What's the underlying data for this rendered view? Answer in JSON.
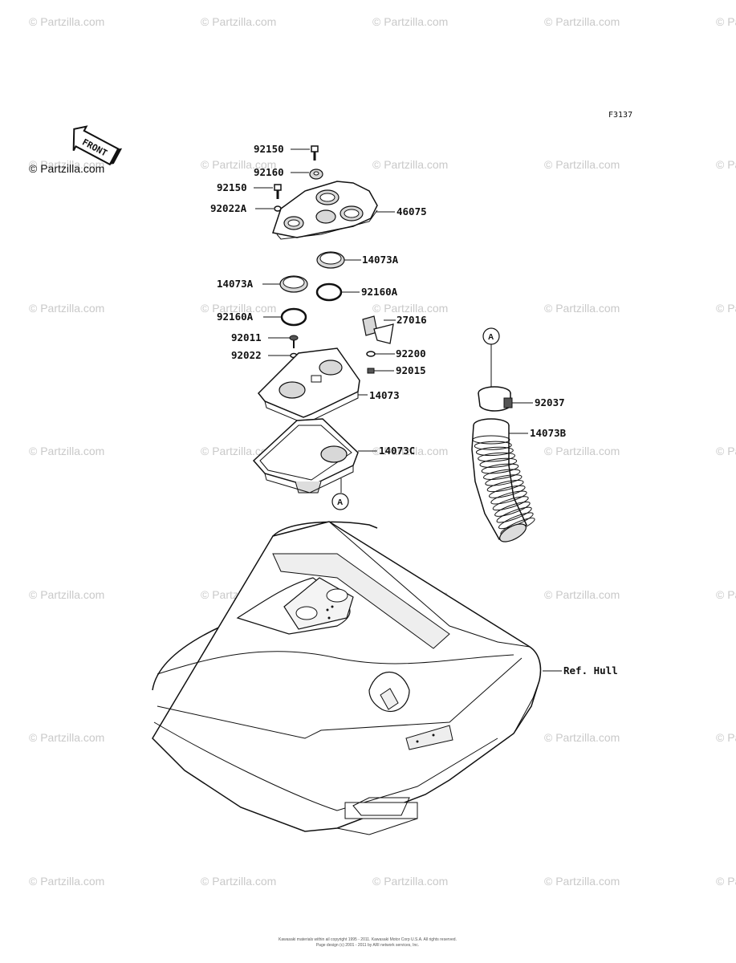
{
  "figure_code": "F3137",
  "front_arrow_label": "FRONT",
  "watermark_text": "© Partzilla.com",
  "watermarks": [
    {
      "id": "w1"
    },
    {
      "id": "w2"
    },
    {
      "id": "w3"
    },
    {
      "id": "w4"
    },
    {
      "id": "w5"
    },
    {
      "id": "w6"
    },
    {
      "id": "w7"
    },
    {
      "id": "w8"
    },
    {
      "id": "w9"
    },
    {
      "id": "w10"
    },
    {
      "id": "w11"
    },
    {
      "id": "w12"
    },
    {
      "id": "w13"
    },
    {
      "id": "w14"
    },
    {
      "id": "w15"
    },
    {
      "id": "w16"
    },
    {
      "id": "w17"
    },
    {
      "id": "w18"
    },
    {
      "id": "w19"
    },
    {
      "id": "w20"
    },
    {
      "id": "w21"
    },
    {
      "id": "w22"
    },
    {
      "id": "w23"
    },
    {
      "id": "w24"
    },
    {
      "id": "w25"
    },
    {
      "id": "w26"
    },
    {
      "id": "w27"
    },
    {
      "id": "w28"
    },
    {
      "id": "w29"
    },
    {
      "id": "w30"
    },
    {
      "id": "w31"
    },
    {
      "id": "w32"
    },
    {
      "id": "w33"
    },
    {
      "id": "w34"
    },
    {
      "id": "w35"
    },
    {
      "id": "w36"
    },
    {
      "id": "w37"
    }
  ],
  "part_labels": {
    "p92150_top": "92150",
    "p92160": "92160",
    "p92150_mid": "92150",
    "p92022A": "92022A",
    "p46075": "46075",
    "p14073A_right": "14073A",
    "p14073A_left": "14073A",
    "p92160A_right": "92160A",
    "p92160A_left": "92160A",
    "p27016": "27016",
    "p92011": "92011",
    "p92022": "92022",
    "p92200": "92200",
    "p92015": "92015",
    "p14073": "14073",
    "p14073C": "14073C",
    "p92037": "92037",
    "p14073B": "14073B",
    "ref_hull": "Ref. Hull"
  },
  "reference_marker": "A",
  "copyright_line1": "Kawasaki materials within ail copyright 1995 - 2011. Kawasaki Motor Corp U.S.A. All rights reserved.",
  "copyright_line2": "Page design (c) 2001 - 2011 by ARI network services, Inc."
}
